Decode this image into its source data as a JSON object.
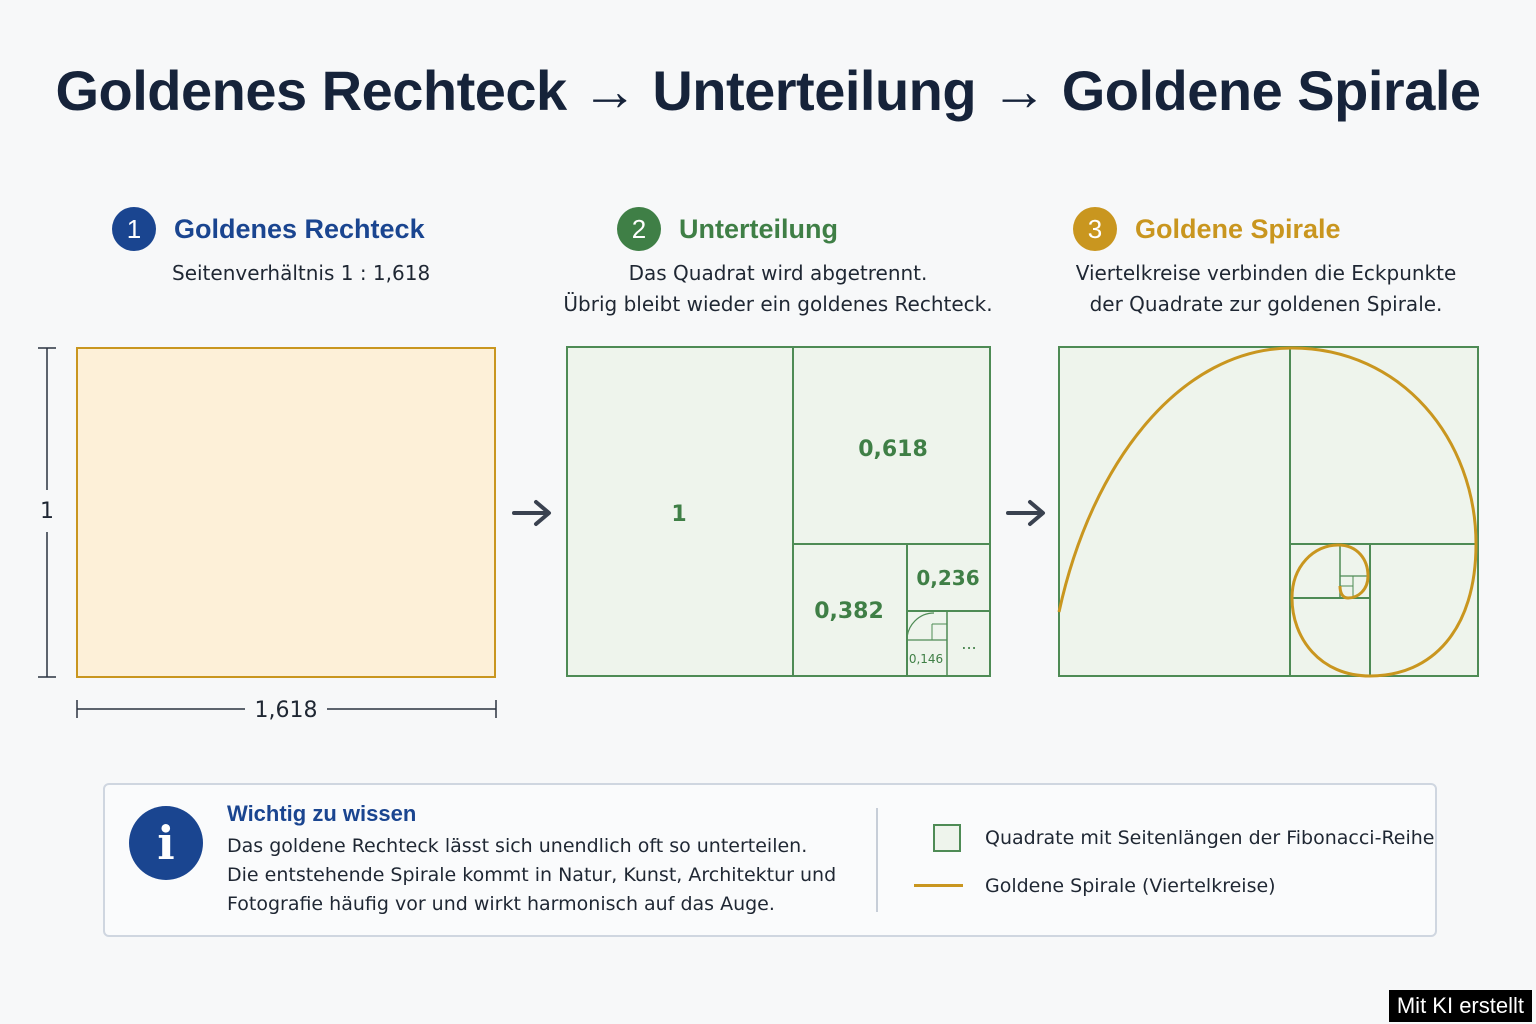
{
  "title": "Goldenes Rechteck → Unterteilung → Goldene Spirale",
  "steps": [
    {
      "number": "1",
      "title": "Goldenes Rechteck",
      "description": [
        "Seitenverhältnis 1 : 1,618"
      ],
      "color": "#1a4590"
    },
    {
      "number": "2",
      "title": "Unterteilung",
      "description": [
        "Das Quadrat wird abgetrennt.",
        "Übrig bleibt wieder ein goldenes Rechteck."
      ],
      "color": "#3f7f46"
    },
    {
      "number": "3",
      "title": "Goldene Spirale",
      "description": [
        "Viertelkreise verbinden die Eckpunkte",
        "der Quadrate zur goldenen Spirale."
      ],
      "color": "#c9961f"
    }
  ],
  "panel1": {
    "height_label": "1",
    "width_label": "1,618"
  },
  "panel2": {
    "labels": [
      "1",
      "0,618",
      "0,382",
      "0,236",
      "0,146",
      "..."
    ]
  },
  "info": {
    "title": "Wichtig zu wissen",
    "lines": [
      "Das goldene Rechteck lässt sich unendlich oft so unterteilen.",
      "Die entstehende Spirale kommt in Natur, Kunst, Architektur und",
      "Fotografie häufig vor und wirkt harmonisch auf das Auge."
    ]
  },
  "legend": [
    {
      "label": "Quadrate mit Seitenlängen der Fibonacci-Reihe",
      "icon": "square-icon"
    },
    {
      "label": "Goldene Spirale (Viertelkreise)",
      "icon": "line-icon"
    }
  ],
  "colors": {
    "square_stroke": "#4e8b55",
    "square_fill": "#eef4ec",
    "rect_fill": "#fdf0d8",
    "spiral": "#c9961f",
    "arrow": "#3a4250"
  },
  "watermark": "Mit KI erstellt"
}
